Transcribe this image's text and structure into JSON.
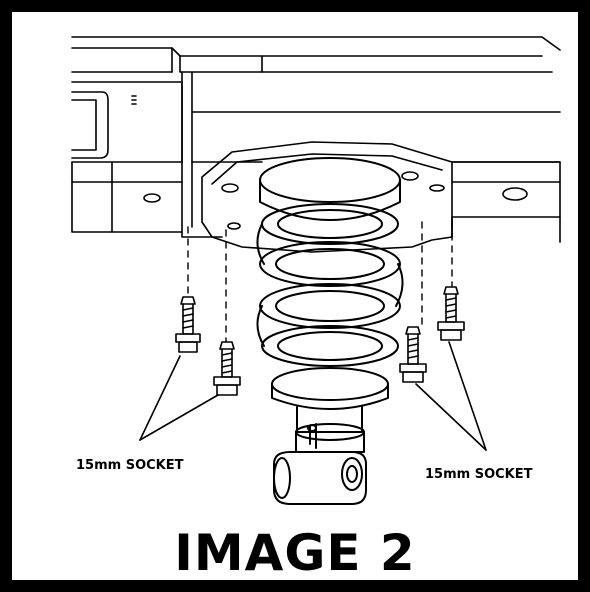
{
  "labels": {
    "socket_left": "15mm SOCKET",
    "socket_right": "15mm SOCKET",
    "caption": "IMAGE 2"
  },
  "colors": {
    "frame": "#000000",
    "background": "#ffffff",
    "line": "#000000"
  }
}
